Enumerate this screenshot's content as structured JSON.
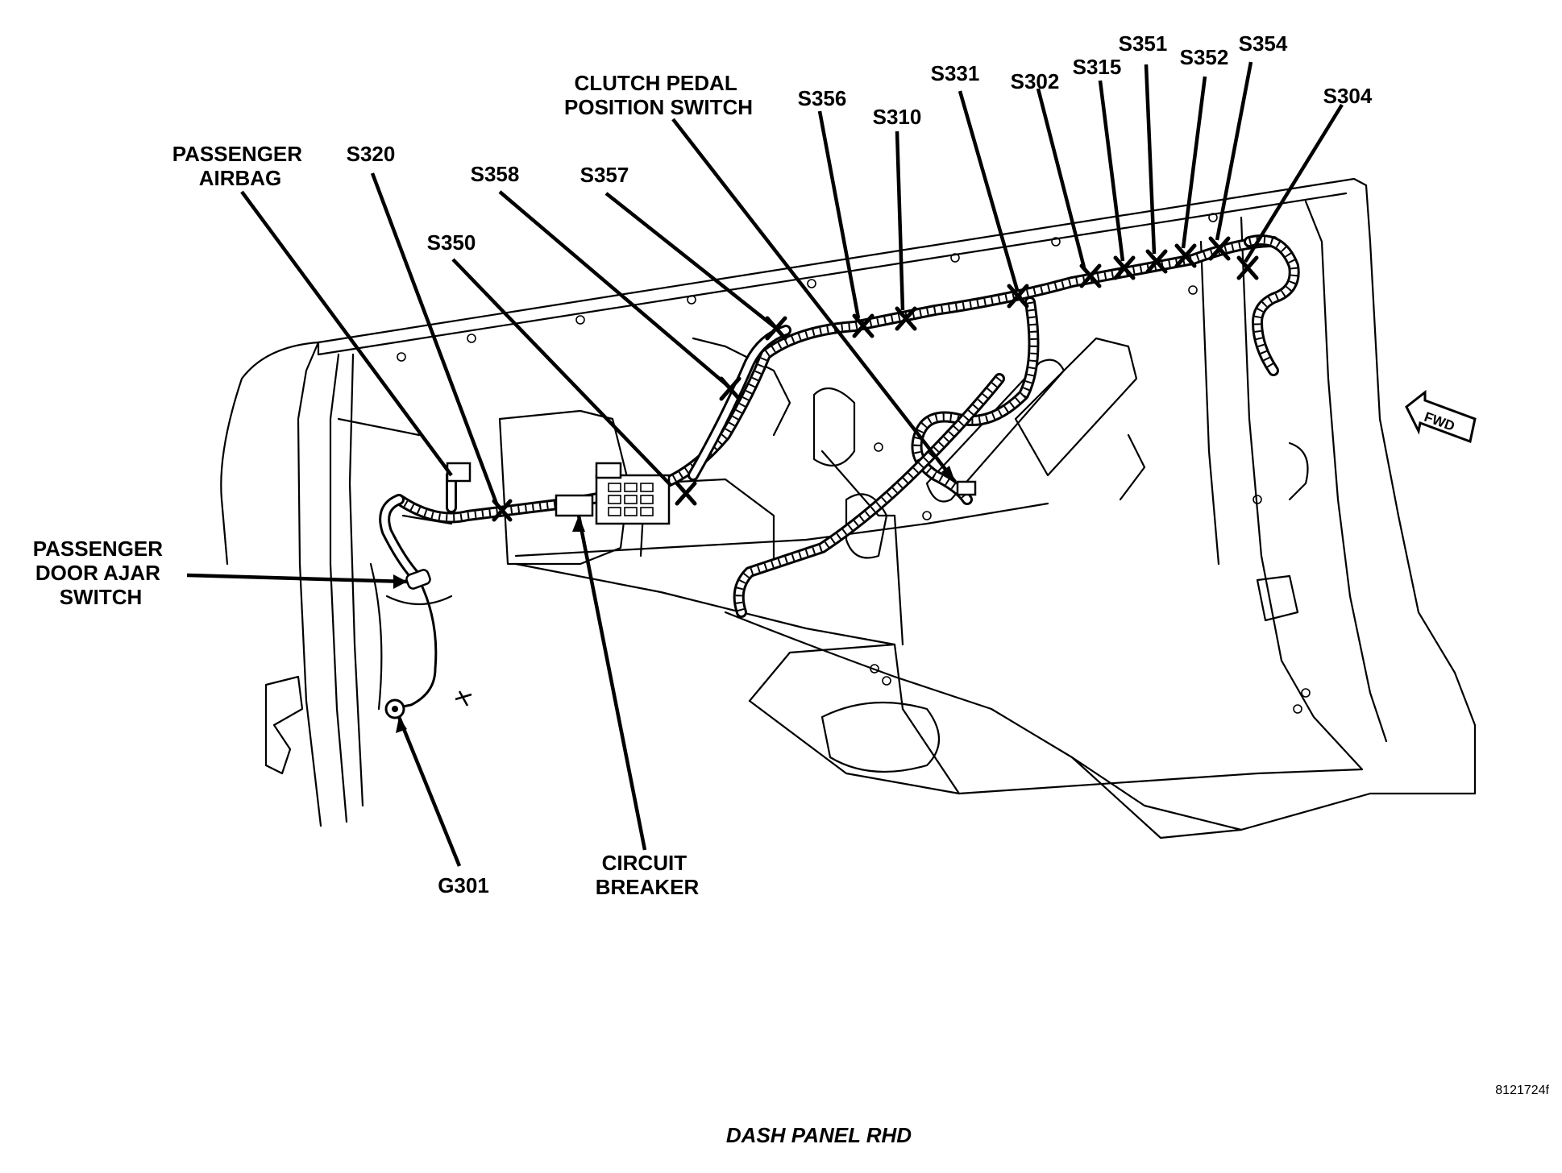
{
  "labels": {
    "passenger_airbag": [
      "PASSENGER",
      "AIRBAG"
    ],
    "s320": "S320",
    "s358": "S358",
    "s357": "S357",
    "s350": "S350",
    "clutch_pedal_position_switch": [
      "CLUTCH PEDAL",
      "POSITION SWITCH"
    ],
    "s356": "S356",
    "s310": "S310",
    "s331": "S331",
    "s302": "S302",
    "s315": "S315",
    "s351": "S351",
    "s352": "S352",
    "s354": "S354",
    "s304": "S304",
    "passenger_door_ajar_switch": [
      "PASSENGER",
      "DOOR AJAR",
      "SWITCH"
    ],
    "g301": "G301",
    "circuit_breaker": [
      "CIRCUIT",
      "BREAKER"
    ],
    "fwd": "FWD"
  },
  "figure_id": "8121724f",
  "caption": "DASH PANEL RHD",
  "icons": {
    "forward_arrow": "fwd-arrow-icon",
    "splice_mark": "splice-x-icon",
    "ground": "ground-eyelet-icon"
  }
}
